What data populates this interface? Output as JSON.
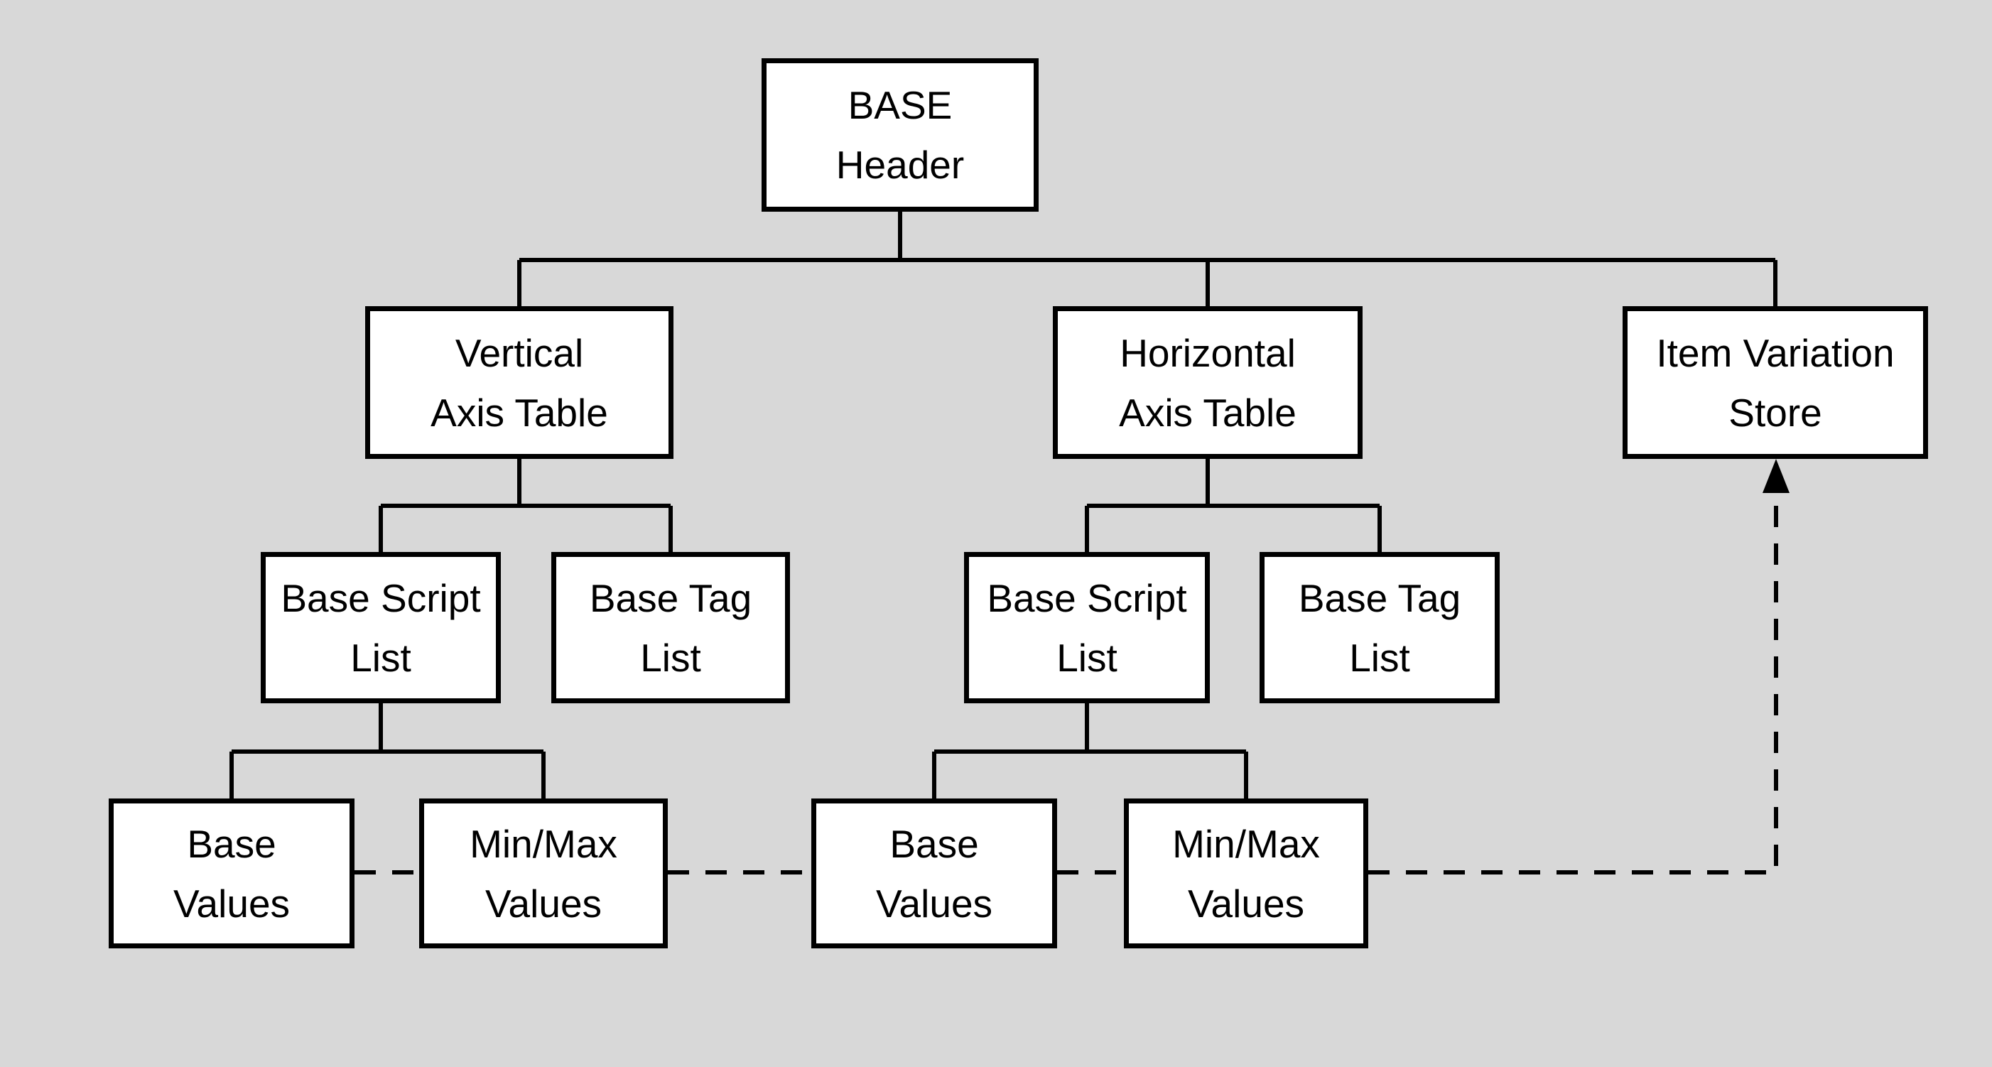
{
  "diagram": {
    "type": "hierarchy-flowchart",
    "colors": {
      "background": "#d8d8d8",
      "node_fill": "#ffffff",
      "line": "#000000",
      "text": "#000000"
    }
  },
  "nodes": {
    "base_header": {
      "line1": "BASE",
      "line2": "Header"
    },
    "vertical_axis_table": {
      "line1": "Vertical",
      "line2": "Axis Table"
    },
    "horizontal_axis_table": {
      "line1": "Horizontal",
      "line2": "Axis Table"
    },
    "item_variation_store": {
      "line1": "Item Variation",
      "line2": "Store"
    },
    "base_script_list_left": {
      "line1": "Base Script",
      "line2": "List"
    },
    "base_tag_list_left": {
      "line1": "Base Tag",
      "line2": "List"
    },
    "base_script_list_right": {
      "line1": "Base Script",
      "line2": "List"
    },
    "base_tag_list_right": {
      "line1": "Base Tag",
      "line2": "List"
    },
    "base_values_left": {
      "line1": "Base",
      "line2": "Values"
    },
    "minmax_values_left": {
      "line1": "Min/Max",
      "line2": "Values"
    },
    "base_values_right": {
      "line1": "Base",
      "line2": "Values"
    },
    "minmax_values_right": {
      "line1": "Min/Max",
      "line2": "Values"
    }
  },
  "edges": {
    "solid": [
      {
        "from": "base_header",
        "to": "vertical_axis_table"
      },
      {
        "from": "base_header",
        "to": "horizontal_axis_table"
      },
      {
        "from": "base_header",
        "to": "item_variation_store"
      },
      {
        "from": "vertical_axis_table",
        "to": "base_script_list_left"
      },
      {
        "from": "vertical_axis_table",
        "to": "base_tag_list_left"
      },
      {
        "from": "horizontal_axis_table",
        "to": "base_script_list_right"
      },
      {
        "from": "horizontal_axis_table",
        "to": "base_tag_list_right"
      },
      {
        "from": "base_script_list_left",
        "to": "base_values_left"
      },
      {
        "from": "base_script_list_left",
        "to": "minmax_values_left"
      },
      {
        "from": "base_script_list_right",
        "to": "base_values_right"
      },
      {
        "from": "base_script_list_right",
        "to": "minmax_values_right"
      }
    ],
    "dashed": [
      {
        "from": "base_values_left",
        "to": "minmax_values_left"
      },
      {
        "from": "minmax_values_left",
        "to": "base_values_right"
      },
      {
        "from": "base_values_right",
        "to": "minmax_values_right"
      },
      {
        "from": "minmax_values_right",
        "to": "item_variation_store",
        "arrowhead": "up"
      }
    ]
  }
}
